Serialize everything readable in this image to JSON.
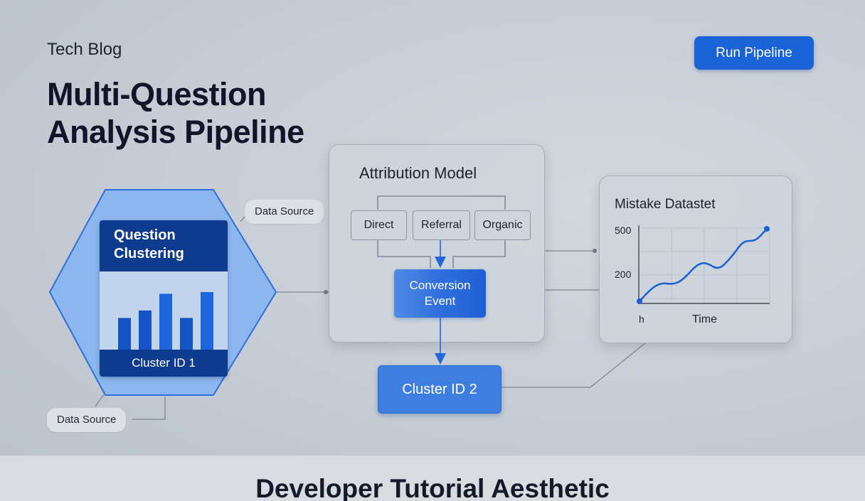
{
  "header": {
    "blog_label": "Tech Blog",
    "title_line1": "Multi-Question",
    "title_line2": "Analysis Pipeline",
    "run_button": "Run Pipeline"
  },
  "labels": {
    "data_source_top": "Data Source",
    "data_source_bottom": "Data Source"
  },
  "question_card": {
    "title_line1": "Question",
    "title_line2": "Clustering",
    "footer": "Cluster ID 1",
    "bar_values": [
      0.55,
      0.68,
      0.97,
      0.55,
      1.0
    ]
  },
  "attribution": {
    "title": "Attribution Model",
    "sources": [
      "Direct",
      "Referral",
      "Organic"
    ],
    "conversion_line1": "Conversion",
    "conversion_line2": "Event"
  },
  "cluster2": {
    "label": "Cluster ID 2"
  },
  "mistake_panel": {
    "title": "Mistake Datastet",
    "chart_data": {
      "type": "line",
      "y_ticks": [
        "500",
        "200"
      ],
      "x_tick": "h",
      "xlabel": "Time",
      "grid": true,
      "color": "#1a5fd6"
    }
  },
  "colors": {
    "accent": "#1a63d6",
    "navy": "#0e3b8e",
    "hex_fill": "#8db6ee"
  },
  "footer": {
    "text": "Developer Tutorial Aesthetic"
  }
}
